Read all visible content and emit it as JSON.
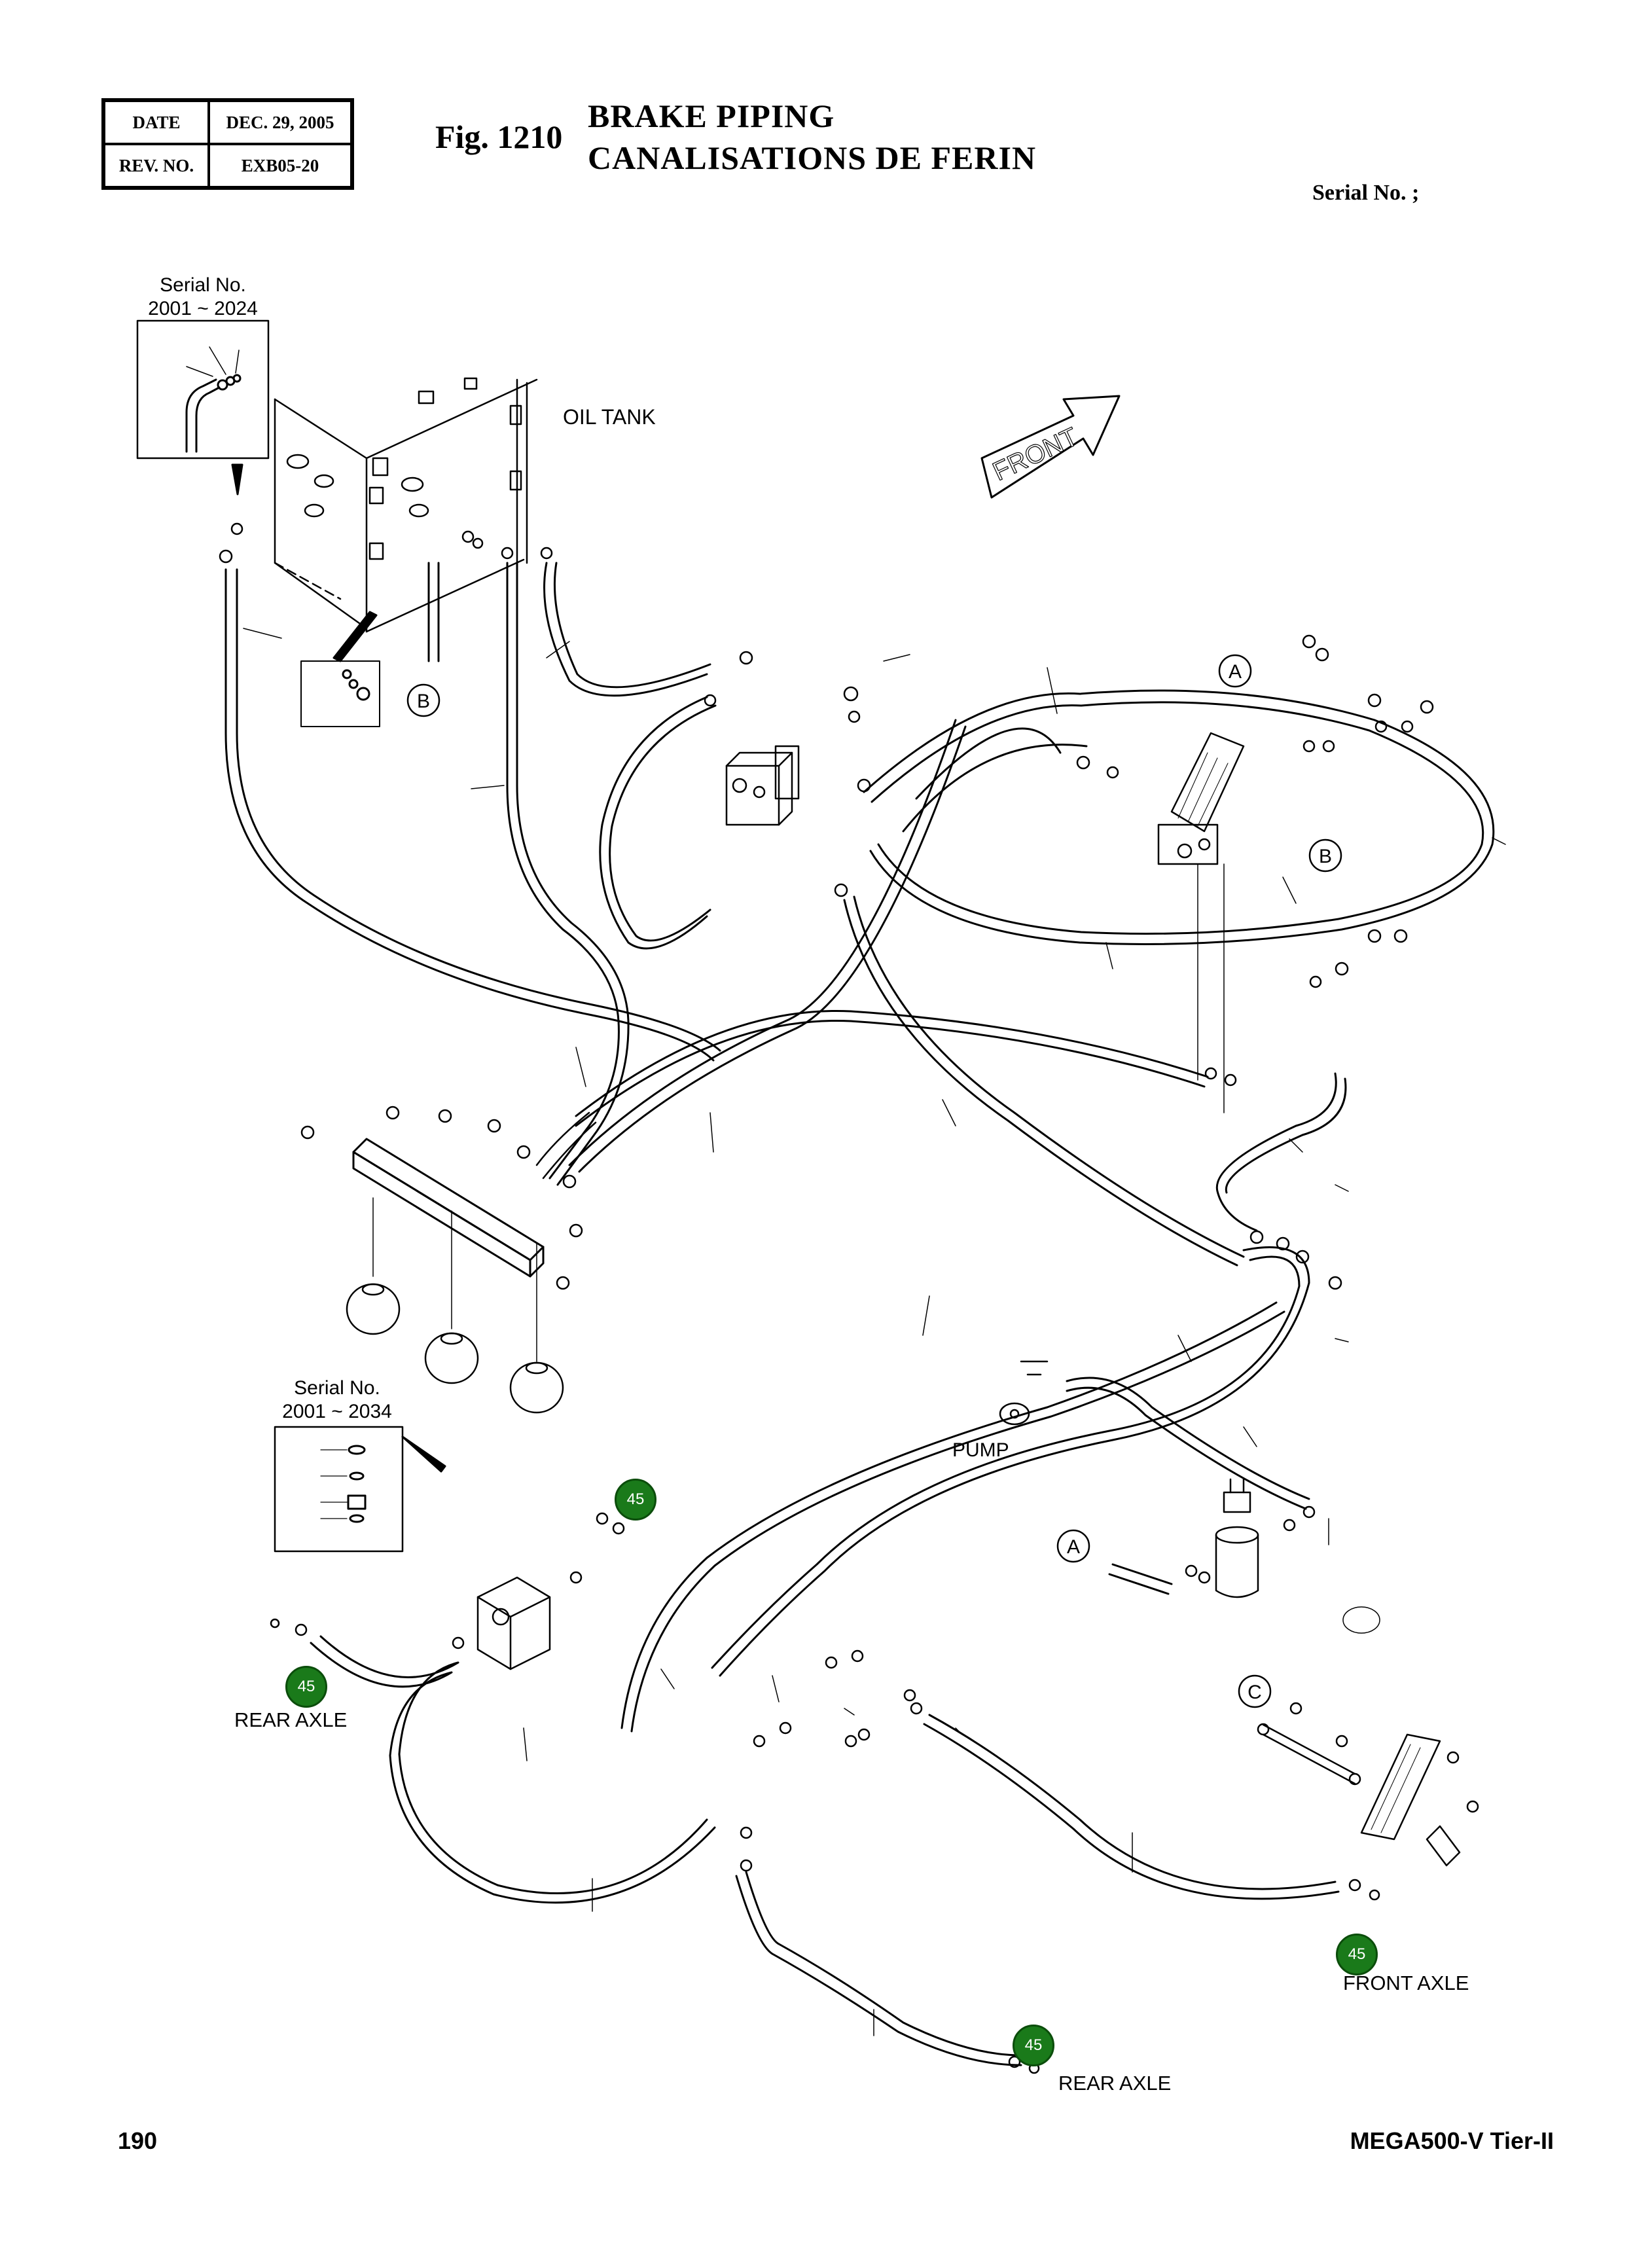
{
  "header": {
    "date_label": "DATE",
    "date_value": "DEC. 29, 2005",
    "rev_label": "REV. NO.",
    "rev_value": "EXB05-20",
    "fig_number": "Fig. 1210",
    "title_en": "BRAKE PIPING",
    "title_fr": "CANALISATIONS DE FERIN",
    "serial_text": "Serial No. ;"
  },
  "diagram": {
    "inset_top": {
      "line1": "Serial No.",
      "line2": "2001 ~ 2024"
    },
    "inset_mid": {
      "line1": "Serial No.",
      "line2": "2001 ~ 2034"
    },
    "oil_tank": "OIL TANK",
    "front_arrow": "FRONT",
    "pump": "PUMP",
    "rear_axle_left": "REAR AXLE",
    "rear_axle_bottom": "REAR AXLE",
    "front_axle": "FRONT AXLE",
    "callouts": {
      "a1": "A",
      "a2": "A",
      "b1": "B",
      "b2": "B",
      "c1": "C"
    },
    "badges": [
      "45",
      "45",
      "45",
      "45"
    ],
    "badge_color": "#1a7a1a"
  },
  "footer": {
    "page_number": "190",
    "model": "MEGA500-V Tier-II"
  }
}
